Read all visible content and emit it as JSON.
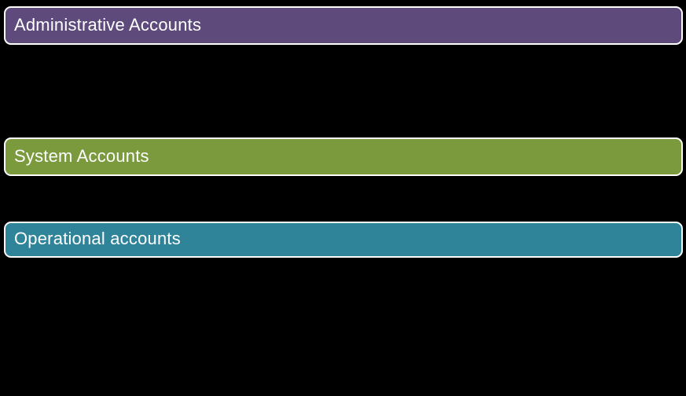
{
  "slide": {
    "background_color": "#000000",
    "border_color": "#FFFFFF",
    "text_color": "#FFFFFF"
  },
  "banners": [
    {
      "label": "Administrative Accounts",
      "color": "#5E4B7B"
    },
    {
      "label": "System Accounts",
      "color": "#7A9A3D"
    },
    {
      "label": "Operational accounts",
      "color": "#2F8499"
    }
  ]
}
